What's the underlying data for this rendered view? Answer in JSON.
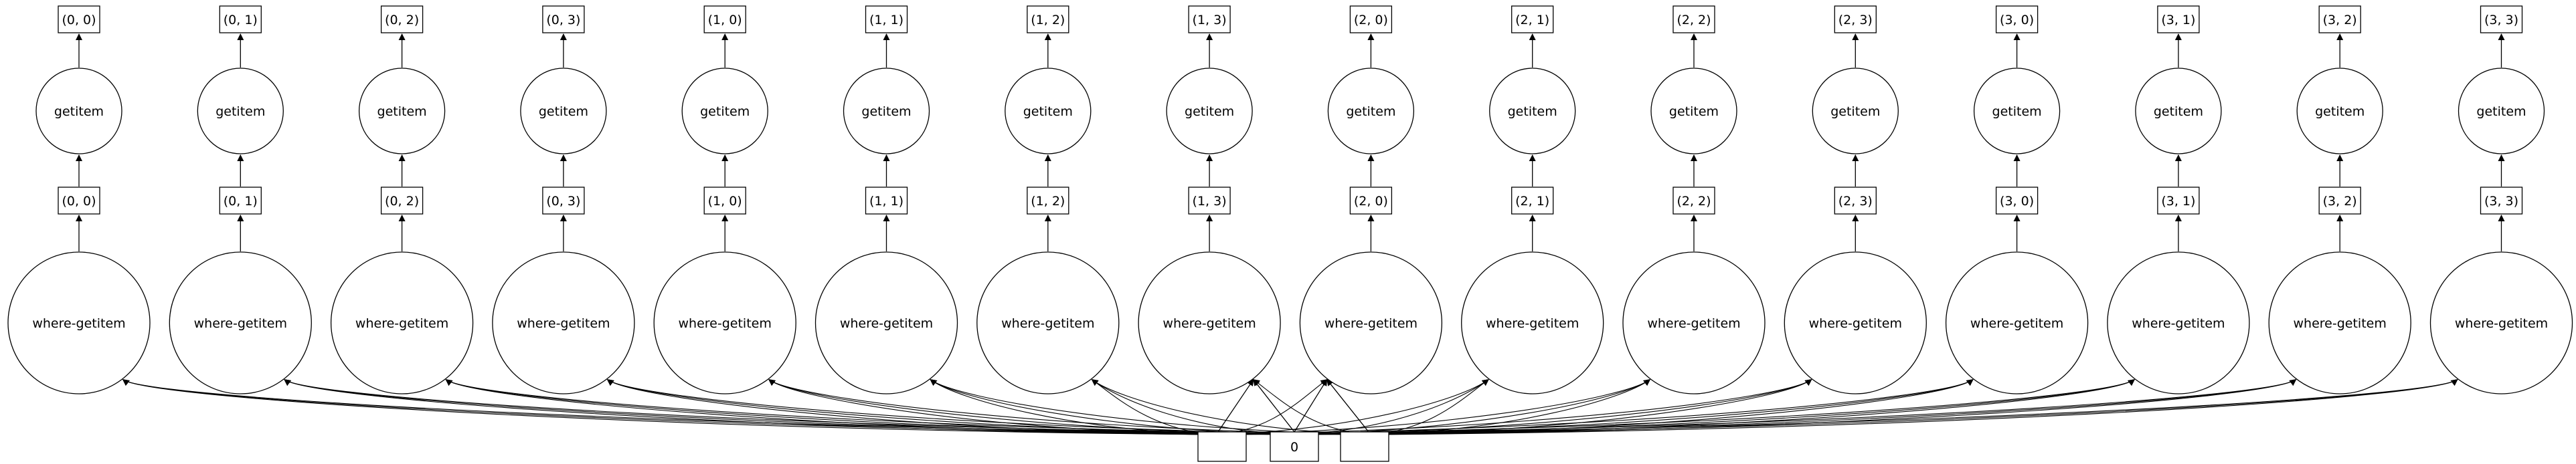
{
  "graph": {
    "columns": [
      {
        "key": "(0, 0)",
        "getitem": "getitem",
        "chunk": "(0, 0)",
        "op": "where-getitem"
      },
      {
        "key": "(0, 1)",
        "getitem": "getitem",
        "chunk": "(0, 1)",
        "op": "where-getitem"
      },
      {
        "key": "(0, 2)",
        "getitem": "getitem",
        "chunk": "(0, 2)",
        "op": "where-getitem"
      },
      {
        "key": "(0, 3)",
        "getitem": "getitem",
        "chunk": "(0, 3)",
        "op": "where-getitem"
      },
      {
        "key": "(1, 0)",
        "getitem": "getitem",
        "chunk": "(1, 0)",
        "op": "where-getitem"
      },
      {
        "key": "(1, 1)",
        "getitem": "getitem",
        "chunk": "(1, 1)",
        "op": "where-getitem"
      },
      {
        "key": "(1, 2)",
        "getitem": "getitem",
        "chunk": "(1, 2)",
        "op": "where-getitem"
      },
      {
        "key": "(1, 3)",
        "getitem": "getitem",
        "chunk": "(1, 3)",
        "op": "where-getitem"
      },
      {
        "key": "(2, 0)",
        "getitem": "getitem",
        "chunk": "(2, 0)",
        "op": "where-getitem"
      },
      {
        "key": "(2, 1)",
        "getitem": "getitem",
        "chunk": "(2, 1)",
        "op": "where-getitem"
      },
      {
        "key": "(2, 2)",
        "getitem": "getitem",
        "chunk": "(2, 2)",
        "op": "where-getitem"
      },
      {
        "key": "(2, 3)",
        "getitem": "getitem",
        "chunk": "(2, 3)",
        "op": "where-getitem"
      },
      {
        "key": "(3, 0)",
        "getitem": "getitem",
        "chunk": "(3, 0)",
        "op": "where-getitem"
      },
      {
        "key": "(3, 1)",
        "getitem": "getitem",
        "chunk": "(3, 1)",
        "op": "where-getitem"
      },
      {
        "key": "(3, 2)",
        "getitem": "getitem",
        "chunk": "(3, 2)",
        "op": "where-getitem"
      },
      {
        "key": "(3, 3)",
        "getitem": "getitem",
        "chunk": "(3, 3)",
        "op": "where-getitem"
      }
    ],
    "inputs": [
      {
        "label": ""
      },
      {
        "label": "0"
      },
      {
        "label": ""
      }
    ],
    "colors": {
      "stroke": "#000000",
      "background": "#ffffff"
    }
  }
}
